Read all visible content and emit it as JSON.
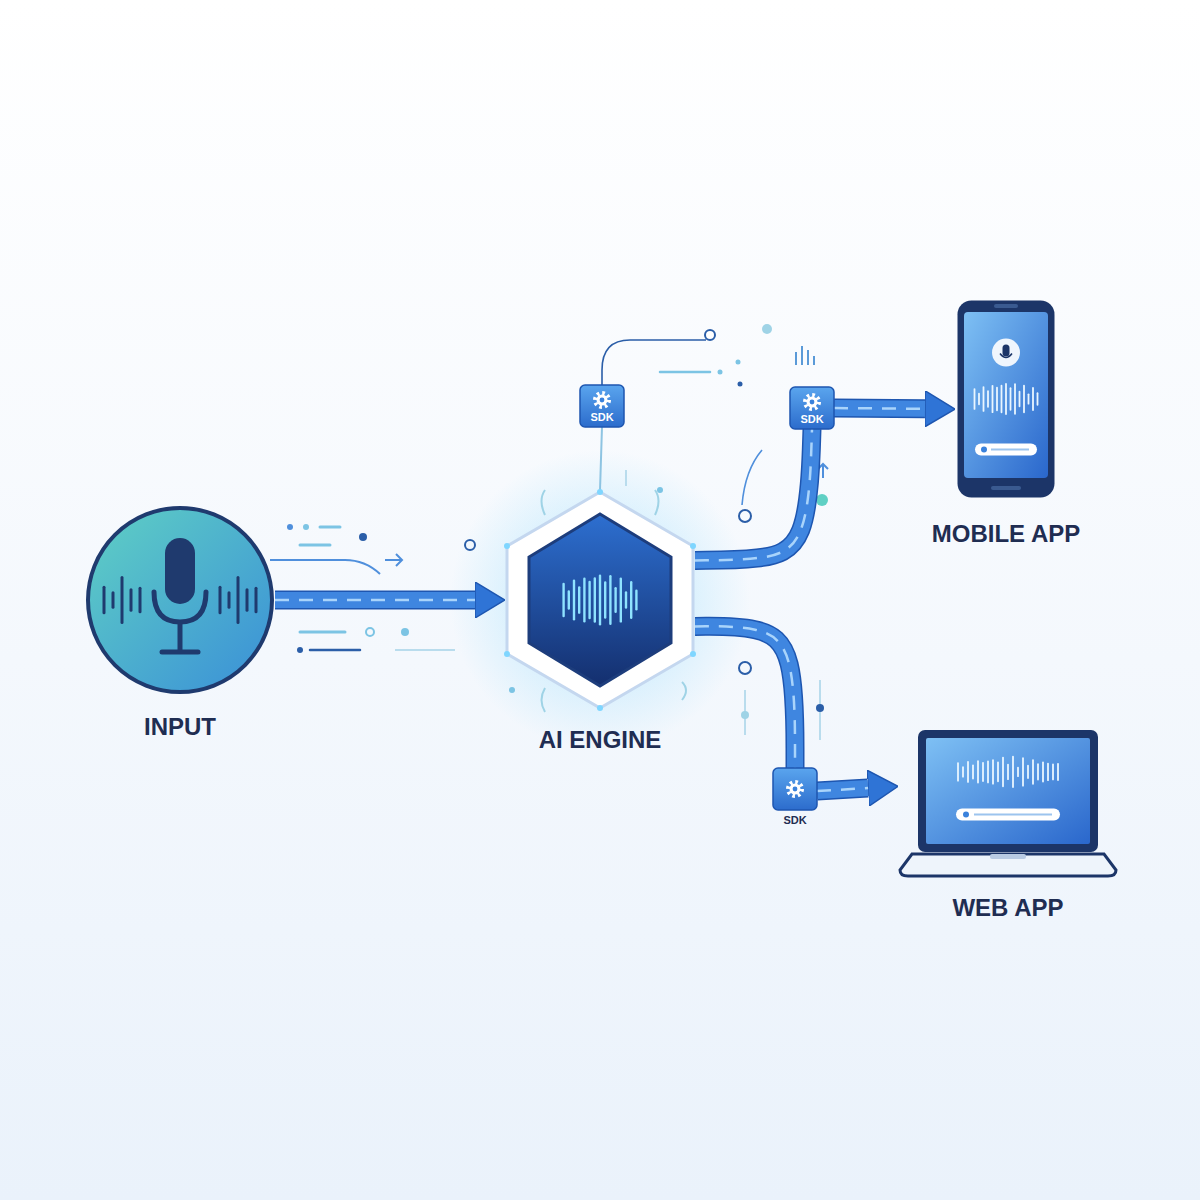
{
  "diagram": {
    "nodes": [
      {
        "text": [
          "INPUT"
        ]
      },
      {
        "text": [
          "SDK"
        ]
      },
      {
        "text": [
          "AI ENGINE"
        ]
      },
      {
        "text": [
          "SDK"
        ]
      },
      {
        "text": [
          "MOBILE APP"
        ]
      },
      {
        "text": [
          "SDK"
        ]
      },
      {
        "text": [
          "WEB APP"
        ]
      }
    ],
    "edges": [
      {
        "from": 0,
        "to": 2,
        "arrow": "to"
      },
      {
        "from": 1,
        "to": 2,
        "arrow": "none"
      },
      {
        "from": 2,
        "to": 3,
        "arrow": "none"
      },
      {
        "from": 3,
        "to": 4,
        "arrow": "to"
      },
      {
        "from": 2,
        "to": 5,
        "arrow": "none"
      },
      {
        "from": 5,
        "to": 6,
        "arrow": "to"
      }
    ]
  }
}
